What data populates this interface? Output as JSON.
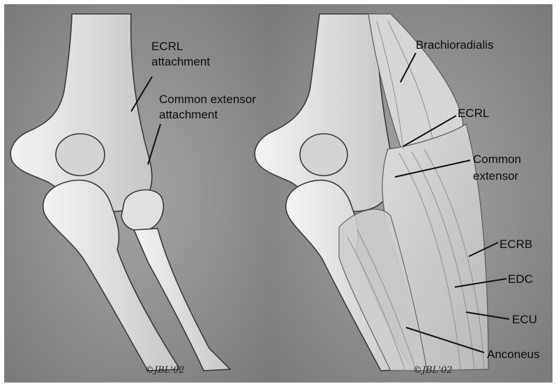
{
  "background_color": "#8f8f8f",
  "bone_color": "#e6e6e6",
  "muscle_color": "#d2d2d2",
  "left_panel": {
    "labels": {
      "ecrl_attachment": [
        "ECRL",
        "attachment"
      ],
      "common_extensor_attachment": [
        "Common extensor",
        "attachment"
      ]
    },
    "signature": "©JBL'02"
  },
  "right_panel": {
    "labels": {
      "brachioradialis": "Brachioradialis",
      "ecrl": "ECRL",
      "common_extensor": [
        "Common",
        "extensor"
      ],
      "ecrb": "ECRB",
      "edc": "EDC",
      "ecu": "ECU",
      "anconeus": "Anconeus"
    },
    "signature": "©JBL'02"
  }
}
